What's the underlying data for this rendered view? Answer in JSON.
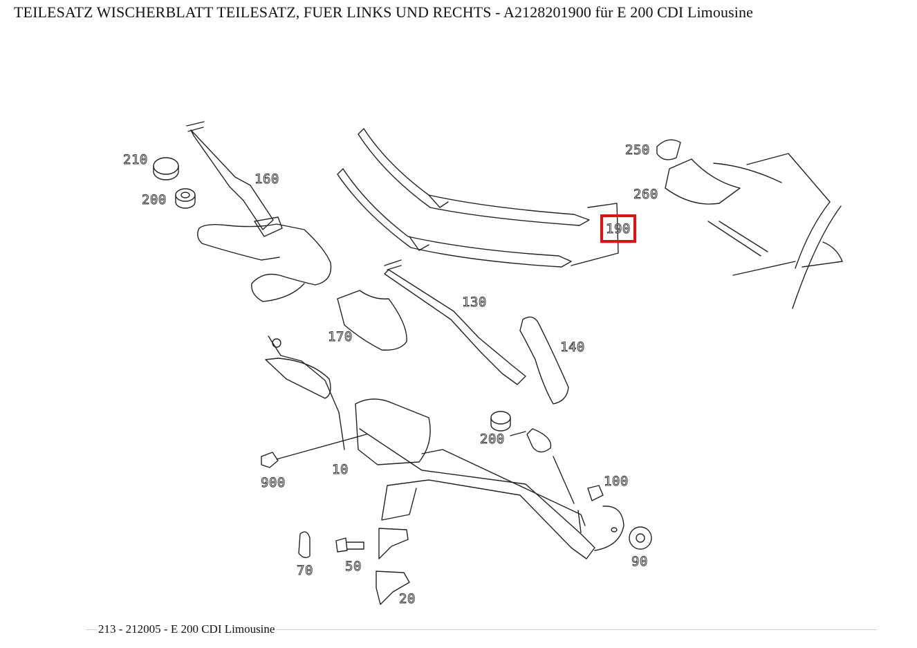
{
  "page": {
    "title": "TEILESATZ WISCHERBLATT TEILESATZ, FUER LINKS UND RECHTS - A2128201900 für E 200 CDI Limousine",
    "footer": "213 - 212005 - E 200 CDI Limousine"
  },
  "callouts": {
    "c210": "210",
    "c200a": "200",
    "c160": "160",
    "c250": "250",
    "c260": "260",
    "c190": "190",
    "c130": "130",
    "c170": "170",
    "c140": "140",
    "c200b": "200",
    "c100": "100",
    "c10": "10",
    "c900": "900",
    "c90": "90",
    "c70": "70",
    "c50": "50",
    "c20": "20"
  },
  "highlighted_callout": "190",
  "colors": {
    "highlight": "#e11010",
    "line": "#222222"
  }
}
